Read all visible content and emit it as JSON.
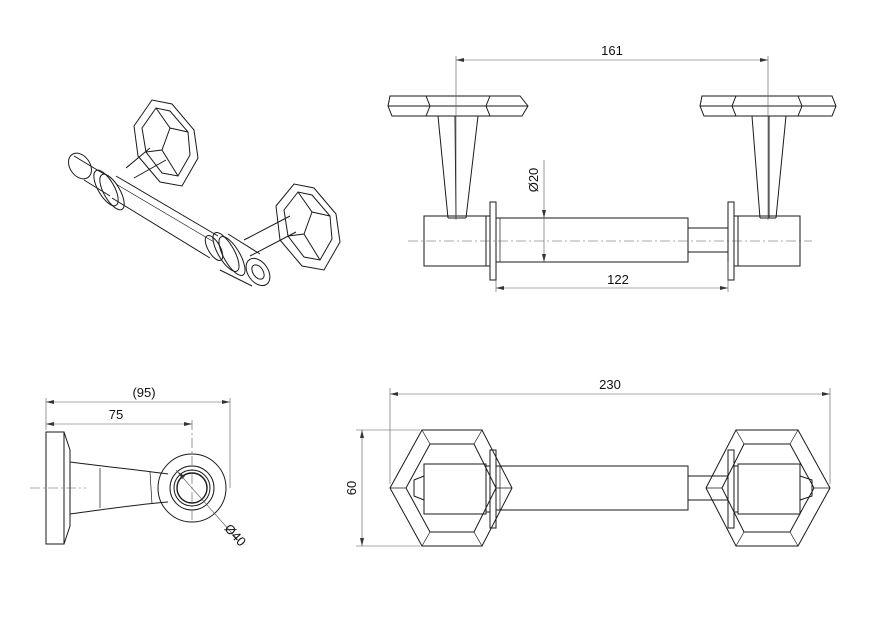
{
  "dimensions": {
    "top_center_spacing": "161",
    "bar_diameter": "Ø20",
    "bar_length": "122",
    "overall_projection": "(95)",
    "projection_to_axis": "75",
    "end_diameter": "Ø40",
    "overall_width": "230",
    "rosette_height": "60"
  },
  "colors": {
    "line": "#1a1a1a",
    "dimension": "#555555",
    "background": "#ffffff"
  }
}
